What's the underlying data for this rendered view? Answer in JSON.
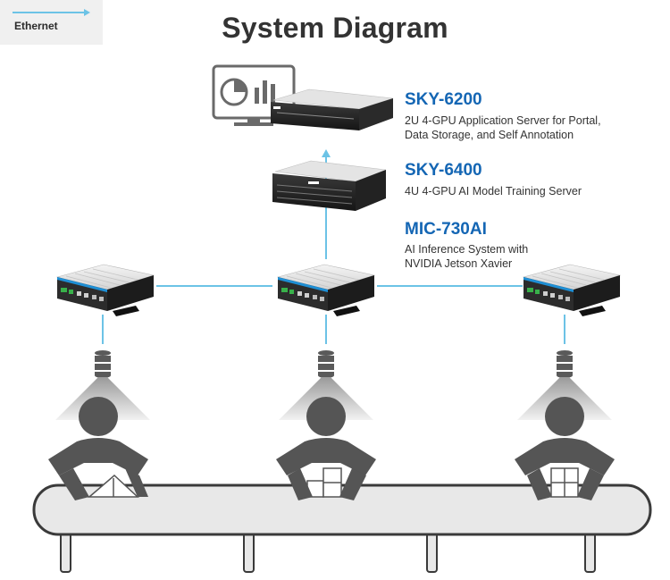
{
  "legend": {
    "label": "Ethernet",
    "line_color": "#6cc3e6"
  },
  "title": "System Diagram",
  "devices": [
    {
      "model": "SKY-6200",
      "desc_line1": "2U 4-GPU Application Server for Portal,",
      "desc_line2": "Data Storage, and Self Annotation"
    },
    {
      "model": "SKY-6400",
      "desc_line1": "4U 4-GPU AI Model Training Server",
      "desc_line2": ""
    },
    {
      "model": "MIC-730AI",
      "desc_line1": "AI Inference System with",
      "desc_line2": "NVIDIA Jetson Xavier"
    }
  ],
  "colors": {
    "accent": "#1466b4",
    "ethernet": "#6cc3e6",
    "icon_gray": "#555555",
    "conveyor": "#e8e8e8",
    "conveyor_border": "#3a3a3a"
  },
  "icons": [
    "monitor-chart-icon",
    "database-icon",
    "worker-icon",
    "box-icon",
    "conveyor-belt"
  ]
}
